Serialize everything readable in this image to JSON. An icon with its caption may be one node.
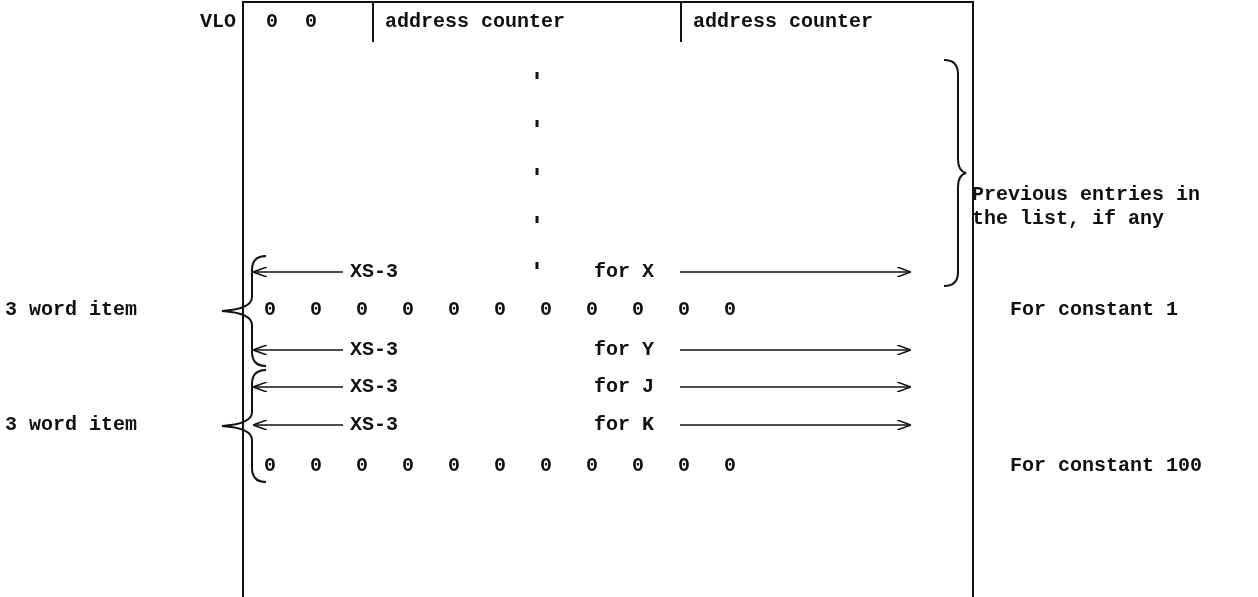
{
  "diagram": {
    "labels": [
      "VLO",
      "0",
      "0",
      "address counter",
      "address counter",
      "Previous entries in the list, if any",
      "XS-3",
      "for X",
      "3 word item",
      "0 0 0 0 0 0 0 0 0 0 0",
      "For constant 1",
      "XS-3",
      "for Y",
      "XS-3",
      "for J",
      "3 word item",
      "XS-3",
      "for K",
      "0 0 0 0 0 0 0 0 0 0 0",
      "For constant 100"
    ]
  }
}
